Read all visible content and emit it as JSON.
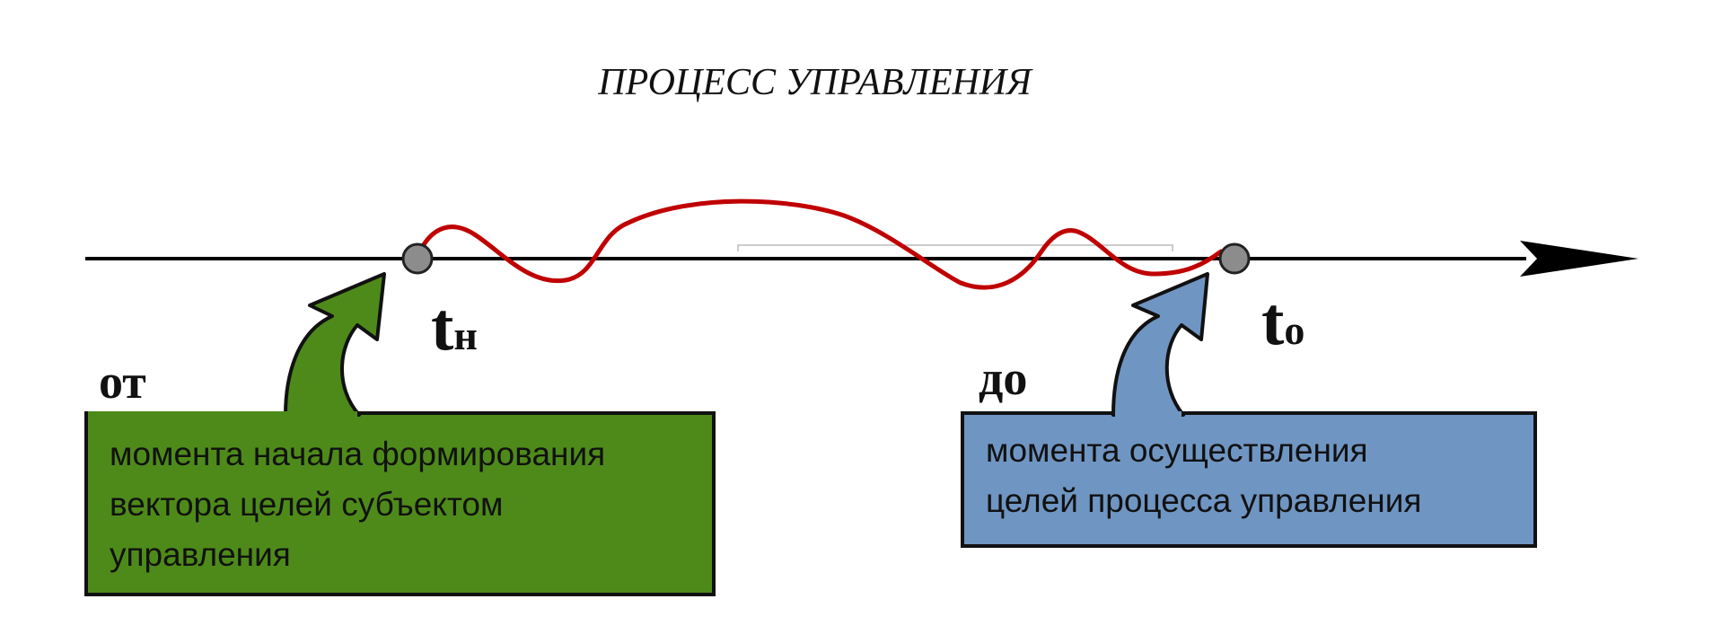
{
  "title": "ПРОЦЕСС УПРАВЛЕНИЯ",
  "start": {
    "symbol": "t",
    "subscript": "н",
    "word": "от",
    "box_lines": [
      "момента начала формирования",
      "вектора целей субъектом",
      "управления"
    ]
  },
  "end": {
    "symbol": "t",
    "subscript": "о",
    "word": "до",
    "box_lines": [
      "момента осуществления",
      "целей процесса управления"
    ]
  },
  "colors": {
    "axis": "#000000",
    "curve": "#c00000",
    "point": "#8c8c8c",
    "start_box": "#4e8a1a",
    "end_box": "#6f95c2"
  }
}
